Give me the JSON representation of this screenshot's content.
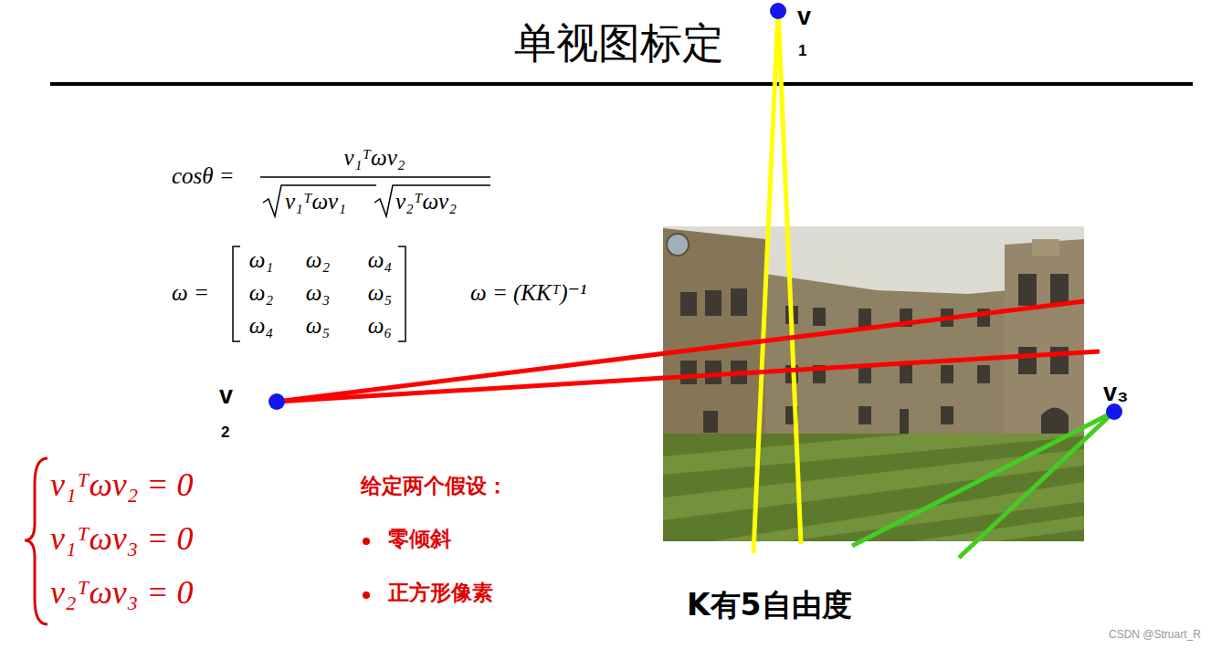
{
  "diagram": {
    "title": "单视图标定",
    "labels": [
      "cosθ =",
      "v₁ᵀωv₂",
      "v₁ᵀωv₁",
      "v₂ᵀωv₂",
      "ω =",
      "ω₁",
      "ω₂",
      "ω₄",
      "ω₂",
      "ω₃",
      "ω₅",
      "ω₄",
      "ω₅",
      "ω₆",
      "ω = (KKᵀ)⁻¹",
      "v",
      "1",
      "v",
      "2",
      "v₃",
      "v₁ᵀωv₂ = 0",
      "v₁ᵀωv₃ = 0",
      "v₂ᵀωv₃ = 0",
      "给定两个假设：",
      "零倾斜",
      "正方形像素",
      "K有5自由度",
      "CSDN @Struart_R"
    ]
  }
}
